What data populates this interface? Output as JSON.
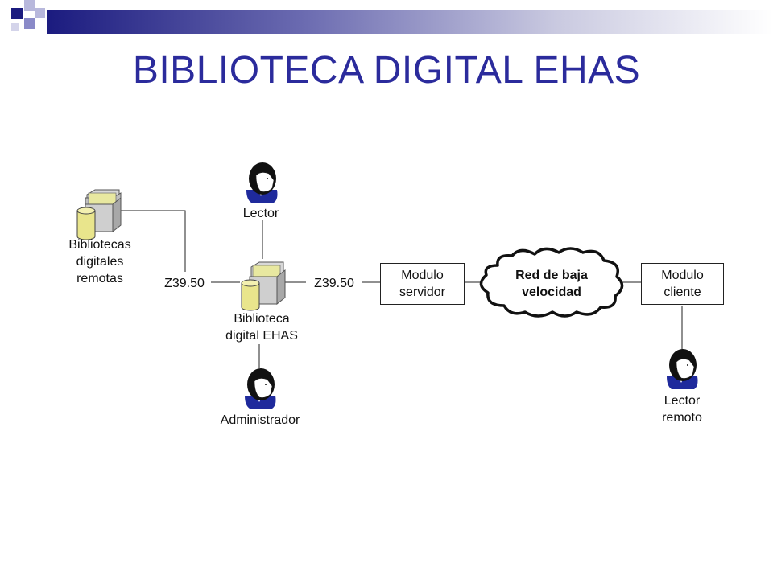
{
  "slide": {
    "title": "BIBLIOTECA DIGITAL EHAS"
  },
  "diagram": {
    "remote_libraries": {
      "line1": "Bibliotecas",
      "line2": "digitales",
      "line3": "remotas",
      "icon": "database-folder-icon"
    },
    "ehas_library": {
      "line1": "Biblioteca",
      "line2": "digital EHAS",
      "icon": "database-folder-icon"
    },
    "reader": {
      "label": "Lector",
      "icon": "person-icon"
    },
    "administrator": {
      "label": "Administrador",
      "icon": "person-icon"
    },
    "protocol_left": "Z39.50",
    "protocol_right": "Z39.50",
    "server_module": {
      "line1": "Modulo",
      "line2": "servidor"
    },
    "network": {
      "line1": "Red de baja",
      "line2": "velocidad",
      "shape": "cloud"
    },
    "client_module": {
      "line1": "Modulo",
      "line2": "cliente"
    },
    "remote_reader": {
      "line1": "Lector",
      "line2": "remoto",
      "icon": "person-icon"
    }
  },
  "colors": {
    "title": "#2b2b9c",
    "accent_dark": "#1b1b7f",
    "accent_light": "#8a8ac8",
    "cylinder": "#e9e58c",
    "person_shirt": "#1f2a9c"
  }
}
